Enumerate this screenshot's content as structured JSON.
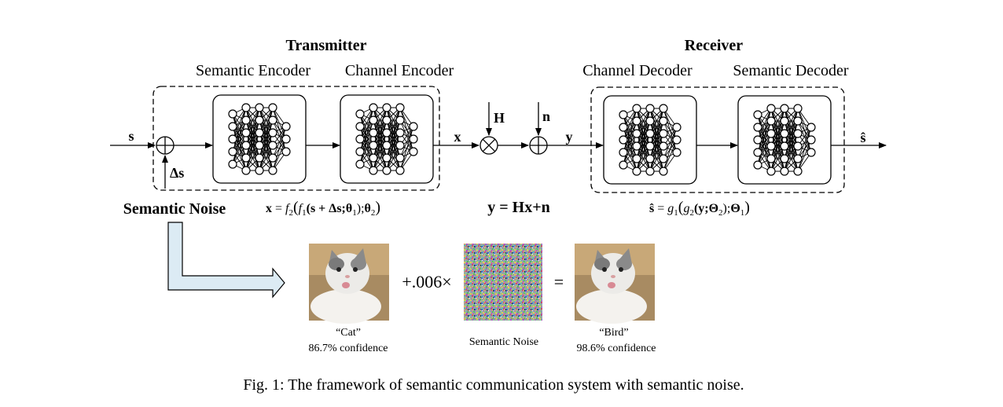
{
  "transmitter": {
    "title": "Transmitter",
    "semantic_encoder_label": "Semantic Encoder",
    "channel_encoder_label": "Channel Encoder",
    "formula": {
      "lhs": "x",
      "eq": " = ",
      "f2": "f",
      "f2_sub": "2",
      "open1": "(",
      "f1": "f",
      "f1_sub": "1",
      "args1": "(s + Δs;",
      "theta1": "θ",
      "theta1_sub": "1",
      "close1": ");",
      "theta2": "θ",
      "theta2_sub": "2",
      "close2": ")"
    }
  },
  "receiver": {
    "title": "Receiver",
    "channel_decoder_label": "Channel Decoder",
    "semantic_decoder_label": "Semantic Decoder",
    "formula": {
      "lhs": "ŝ",
      "eq": " = ",
      "g1": "g",
      "g1_sub": "1",
      "open1": "(",
      "g2": "g",
      "g2_sub": "2",
      "args1": "(y;",
      "Theta2": "Θ",
      "Theta2_sub": "2",
      "close1": ");",
      "Theta1": "Θ",
      "Theta1_sub": "1",
      "close2": ")"
    }
  },
  "signals": {
    "s": "s",
    "delta_s": "Δs",
    "x": "x",
    "H": "H",
    "n": "n",
    "y": "y",
    "s_hat": "ŝ"
  },
  "channel_formula": "y = Hx+n",
  "semantic_noise_label": "Semantic Noise",
  "example": {
    "left_label_line1": "“Cat”",
    "left_label_line2": "86.7% confidence",
    "operator": "+.006×",
    "noise_label": "Semantic Noise",
    "equals": "=",
    "right_label_line1": "“Bird”",
    "right_label_line2": "98.6% confidence"
  },
  "caption": "Fig. 1: The framework of semantic communication system with semantic noise."
}
